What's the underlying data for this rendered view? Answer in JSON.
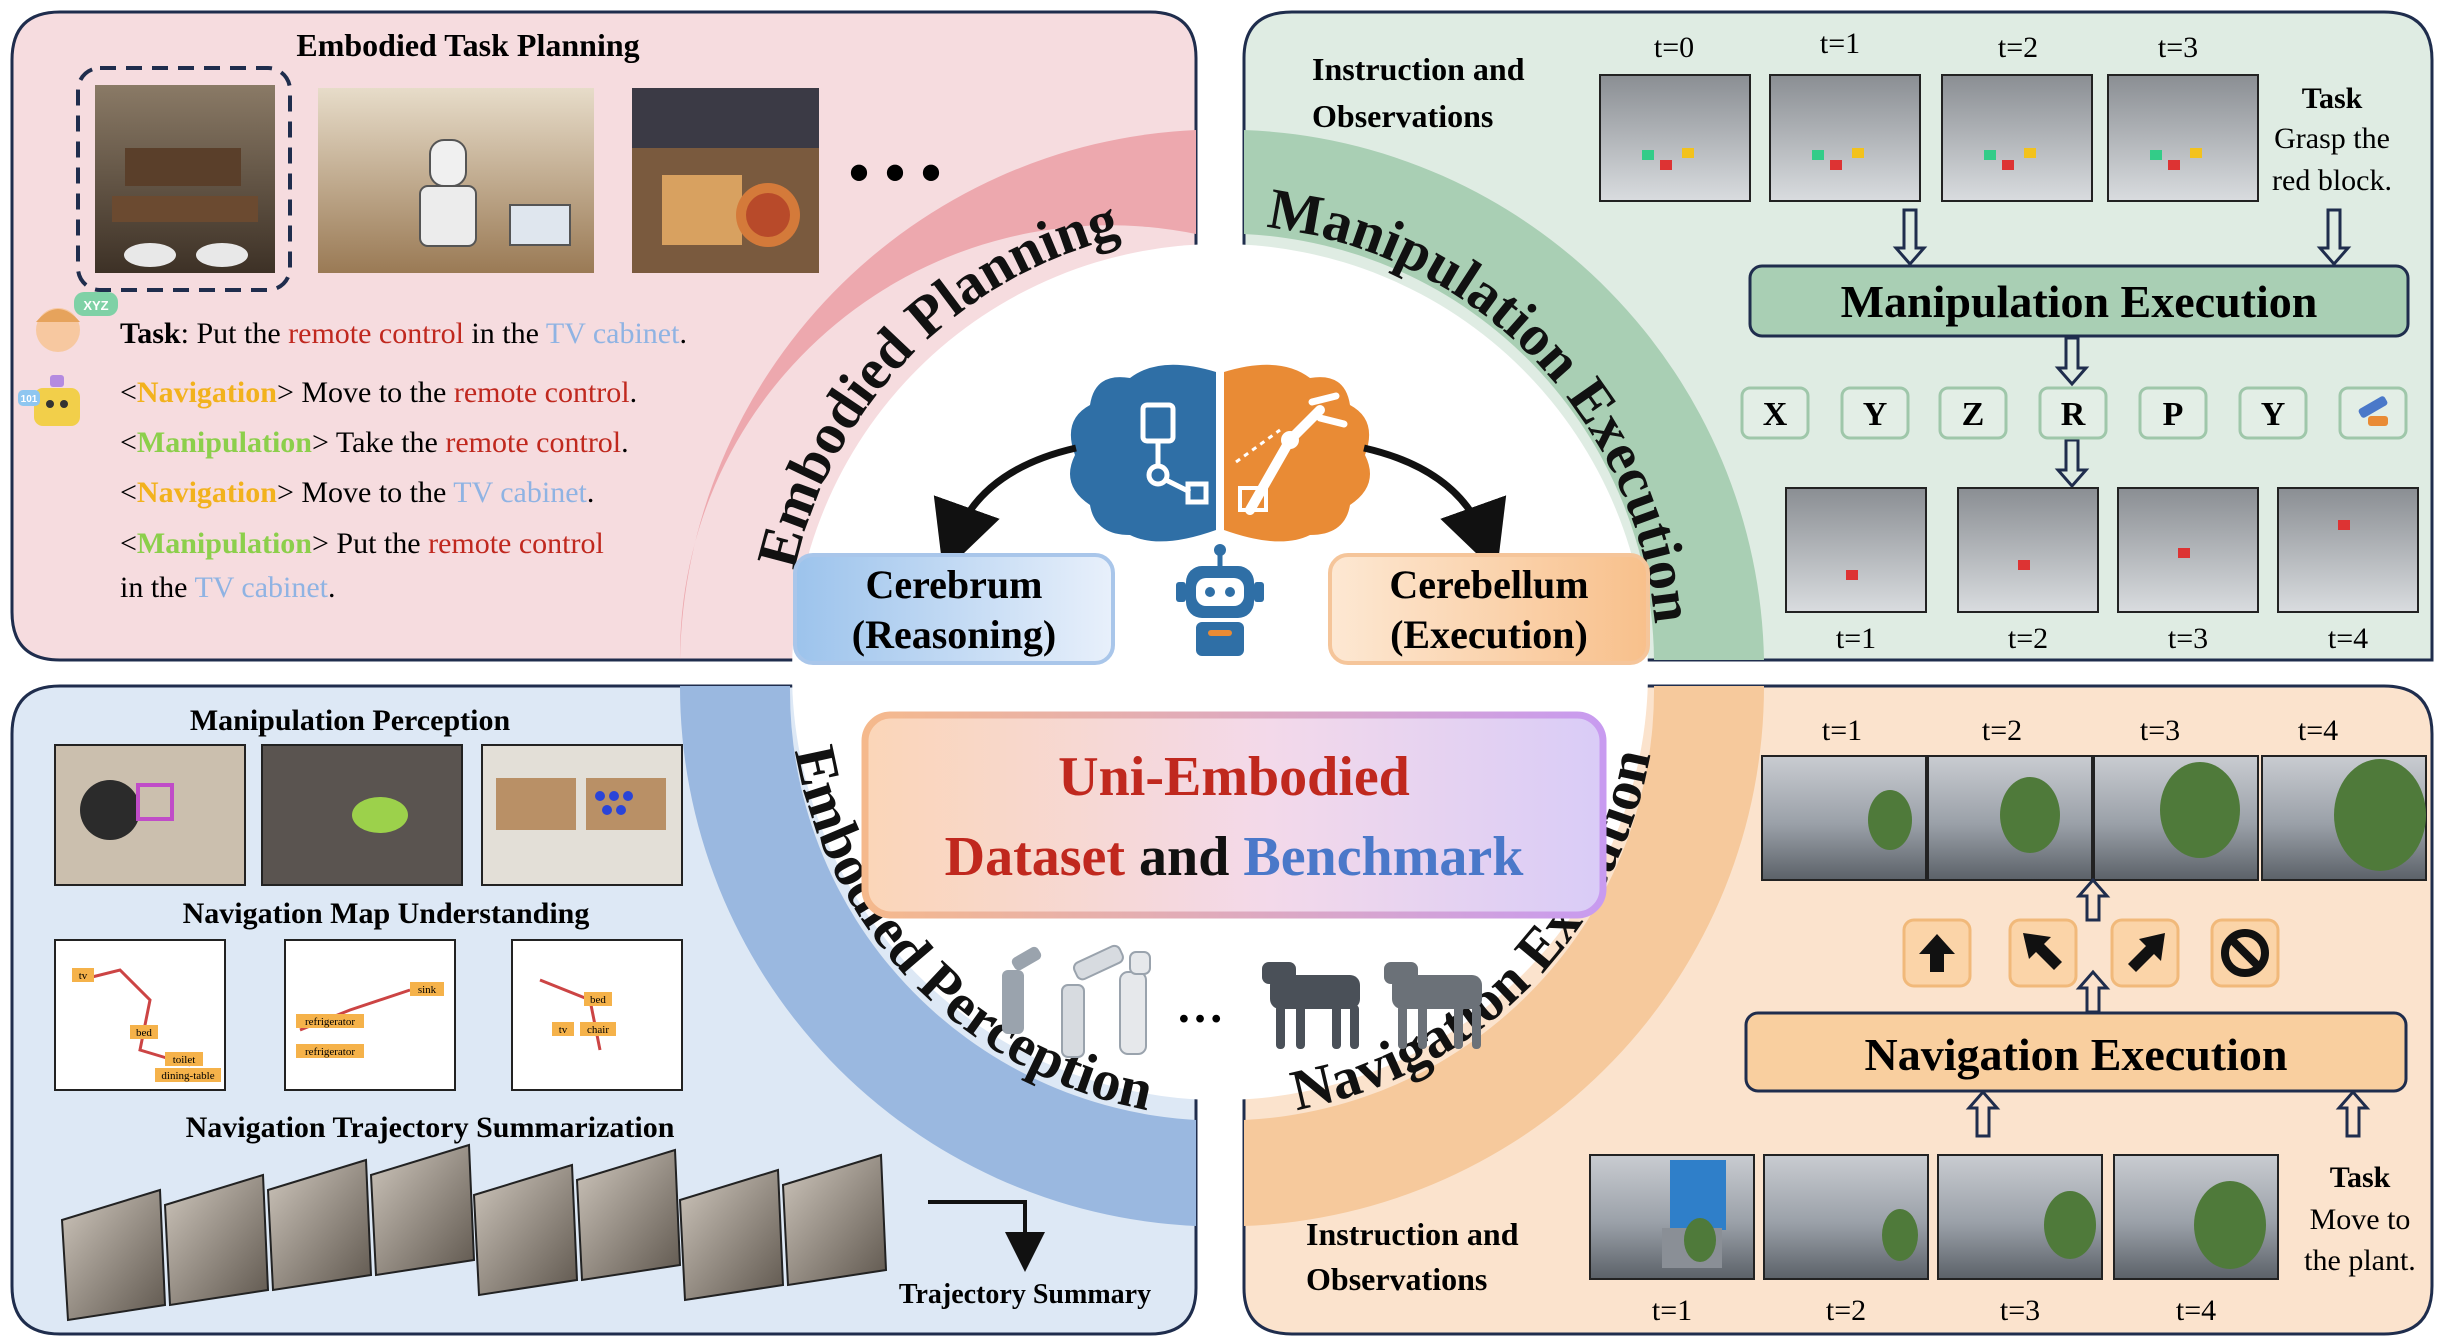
{
  "colors": {
    "planning_bg": "#f6dcdf",
    "planning_band": "#eda8ae",
    "manipulation_bg": "#dfece3",
    "manipulation_band": "#a9cfb4",
    "perception_bg": "#dde8f5",
    "perception_band": "#9ab8e0",
    "navigation_bg": "#fbe3cd",
    "navigation_band": "#f6c99c",
    "red_text": "#c0281e",
    "blue_text": "#8fb3e3",
    "nav_tag": "#f2b21d",
    "manip_tag": "#8ccf4b",
    "brain_blue": "#2f6fa6",
    "brain_orange": "#e98b35"
  },
  "center": {
    "band_planning": "Embodied Planning",
    "band_manipulation": "Manipulation Execution",
    "band_perception": "Embodied Perception",
    "band_navigation": "Navigation Execution",
    "cerebrum_line1": "Cerebrum",
    "cerebrum_line2": "(Reasoning)",
    "cerebellum_line1": "Cerebellum",
    "cerebellum_line2": "(Execution)",
    "title_part1": "Uni-Embodied",
    "title_part2": "Dataset",
    "title_part3": "and",
    "title_part4": "Benchmark",
    "robots_ellipsis": "…"
  },
  "planning": {
    "title": "Embodied Task Planning",
    "ellipsis": "• • •",
    "task_label": "Task",
    "task_text_1": ": Put the ",
    "task_obj": "remote control",
    "task_text_2": " in the ",
    "task_target": "TV cabinet",
    "task_end": ".",
    "steps": [
      {
        "tag": "Navigation",
        "before": "> Move to the ",
        "obj": "remote control",
        "after": "."
      },
      {
        "tag": "Manipulation",
        "before": "> Take the ",
        "obj": "remote control",
        "after": "."
      },
      {
        "tag": "Navigation",
        "before": "> Move to the ",
        "obj": "TV cabinet",
        "after": "."
      },
      {
        "tag": "Manipulation",
        "before": "> Put the ",
        "obj": "remote control",
        "after": ""
      }
    ],
    "step4_line2_pre": "in the ",
    "step4_line2_obj": "TV cabinet",
    "step4_line2_post": ".",
    "lt": "<"
  },
  "manipulation": {
    "instr_line1": "Instruction and",
    "instr_line2": "Observations",
    "top_times": [
      "t=0",
      "t=1",
      "t=2",
      "t=3"
    ],
    "task_label": "Task",
    "task_line1": "Grasp the",
    "task_line2": "red block.",
    "exec_label": "Manipulation Execution",
    "tokens": [
      "X",
      "Y",
      "Z",
      "R",
      "P",
      "Y"
    ],
    "bottom_times": [
      "t=1",
      "t=2",
      "t=3",
      "t=4"
    ]
  },
  "perception": {
    "manip_title": "Manipulation Perception",
    "map_title": "Navigation Map Understanding",
    "traj_title": "Navigation Trajectory Summarization",
    "traj_summary": "Trajectory Summary",
    "map1_labels": [
      "tv",
      "bed",
      "toilet",
      "dining-table"
    ],
    "map2_labels": [
      "refrigerator",
      "sink",
      "refrigerator"
    ],
    "map3_labels": [
      "bed",
      "tv",
      "chair"
    ]
  },
  "navigation": {
    "top_times": [
      "t=1",
      "t=2",
      "t=3",
      "t=4"
    ],
    "exec_label": "Navigation Execution",
    "instr_line1": "Instruction and",
    "instr_line2": "Observations",
    "bottom_times": [
      "t=1",
      "t=2",
      "t=3",
      "t=4"
    ],
    "task_label": "Task",
    "task_line1": "Move to",
    "task_line2": "the plant."
  }
}
